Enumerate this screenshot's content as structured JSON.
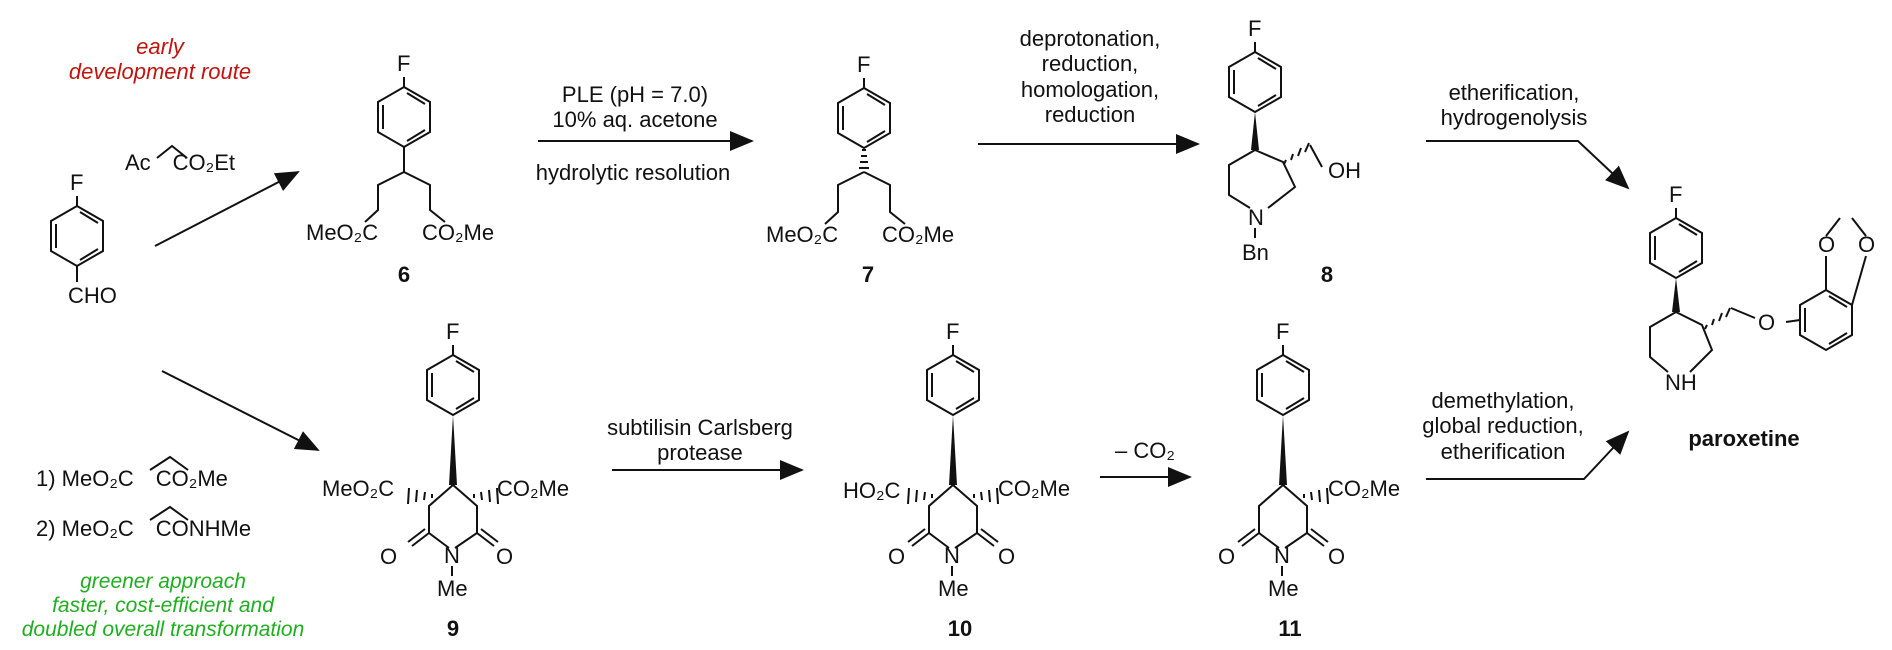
{
  "annotations": {
    "early_route": [
      "early",
      "development route"
    ],
    "greener": [
      "greener approach",
      "faster, cost-efficient and",
      "doubled overall transformation"
    ]
  },
  "reagents": {
    "top_left": "Ac CO₂Et",
    "bottom_1": "1)  MeO₂C CO₂Me",
    "bottom_2": "2)  MeO₂C CONHMe"
  },
  "steps": {
    "s6_7": [
      "PLE (pH = 7.0)",
      "10% aq. acetone",
      "hydrolytic resolution"
    ],
    "s7_8": [
      "deprotonation,",
      "reduction,",
      "homologation,",
      "reduction"
    ],
    "s8_p": [
      "etherification,",
      "hydrogenolysis"
    ],
    "s9_10": [
      "subtilisin Carlsberg",
      "protease"
    ],
    "s10_11": "– CO₂",
    "s11_p": [
      "demethylation,",
      "global reduction,",
      "etherification"
    ]
  },
  "compounds": {
    "c6": "6",
    "c7": "7",
    "c8": "8",
    "c9": "9",
    "c10": "10",
    "c11": "11",
    "product": "paroxetine"
  },
  "atoms": {
    "F": "F",
    "CHO": "CHO",
    "MeO2C": "MeO₂C",
    "CO2Me": "CO₂Me",
    "OH": "OH",
    "N": "N",
    "Bn": "Bn",
    "O": "O",
    "Me": "Me",
    "HO2C": "HO₂C",
    "NH": "NH"
  }
}
